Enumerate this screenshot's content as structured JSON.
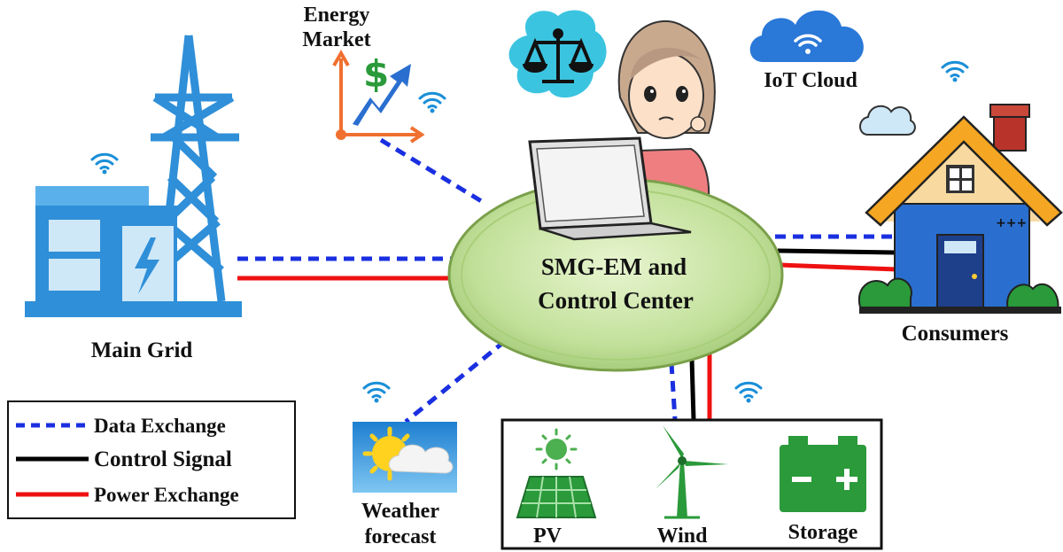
{
  "nodes": {
    "energy_market": {
      "line1": "Energy",
      "line2": "Market"
    },
    "iot_cloud": {
      "label": "IoT Cloud"
    },
    "main_grid": {
      "label": "Main Grid"
    },
    "center": {
      "line1": "SMG-EM and",
      "line2": "Control Center"
    },
    "consumers": {
      "label": "Consumers"
    },
    "weather": {
      "line1": "Weather",
      "line2": "forecast"
    },
    "sources": {
      "pv": "PV",
      "wind": "Wind",
      "storage": "Storage"
    }
  },
  "legend": {
    "items": [
      {
        "label": "Data Exchange",
        "color": "#1a2fe0",
        "style": "dashed"
      },
      {
        "label": "Control Signal",
        "color": "#000000",
        "style": "solid"
      },
      {
        "label": "Power Exchange",
        "color": "#ee1111",
        "style": "solid"
      }
    ]
  },
  "colors": {
    "grid_blue": "#2f8fd8",
    "house_blue": "#2a6fd0",
    "roof_orange": "#f5a623",
    "ellipse_green": "#c8e6a0",
    "green": "#2a9a3a",
    "wifi_blue": "#1a8fd8"
  }
}
